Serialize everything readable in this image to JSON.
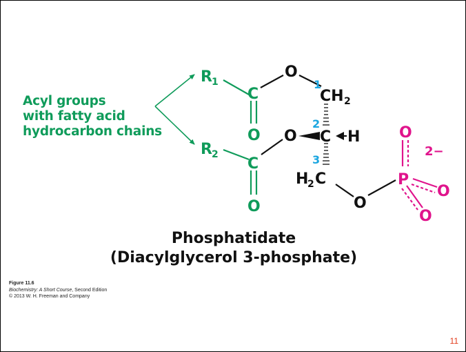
{
  "label": {
    "line1": "Acyl groups",
    "line2": "with fatty acid",
    "line3": "hydrocarbon chains"
  },
  "structure": {
    "R": "R",
    "sub1": "1",
    "sub2": "2",
    "carbon": "C",
    "oxygen": "O",
    "hydrogen": "H",
    "phosphorus": "P",
    "CH2_top": "CH",
    "H2C_left": "H",
    "H2C_right": "C",
    "h2sub": "2",
    "pos1": "1",
    "pos2": "2",
    "pos3": "3",
    "charge": "2−"
  },
  "title": {
    "line1": "Phosphatidate",
    "line2": "(Diacylglycerol 3-phosphate)"
  },
  "caption": {
    "figure": "Figure 11.6",
    "book": "Biochemistry: A Short Course",
    "edition": ", Second Edition",
    "copyright": "© 2013 W. H. Freeman and Company"
  },
  "page_number": "11",
  "colors": {
    "acyl_green": "#0f9b5a",
    "phosphate_magenta": "#e0148c",
    "position_blue": "#1ba6e0",
    "page_number_red": "#e23a1a"
  }
}
